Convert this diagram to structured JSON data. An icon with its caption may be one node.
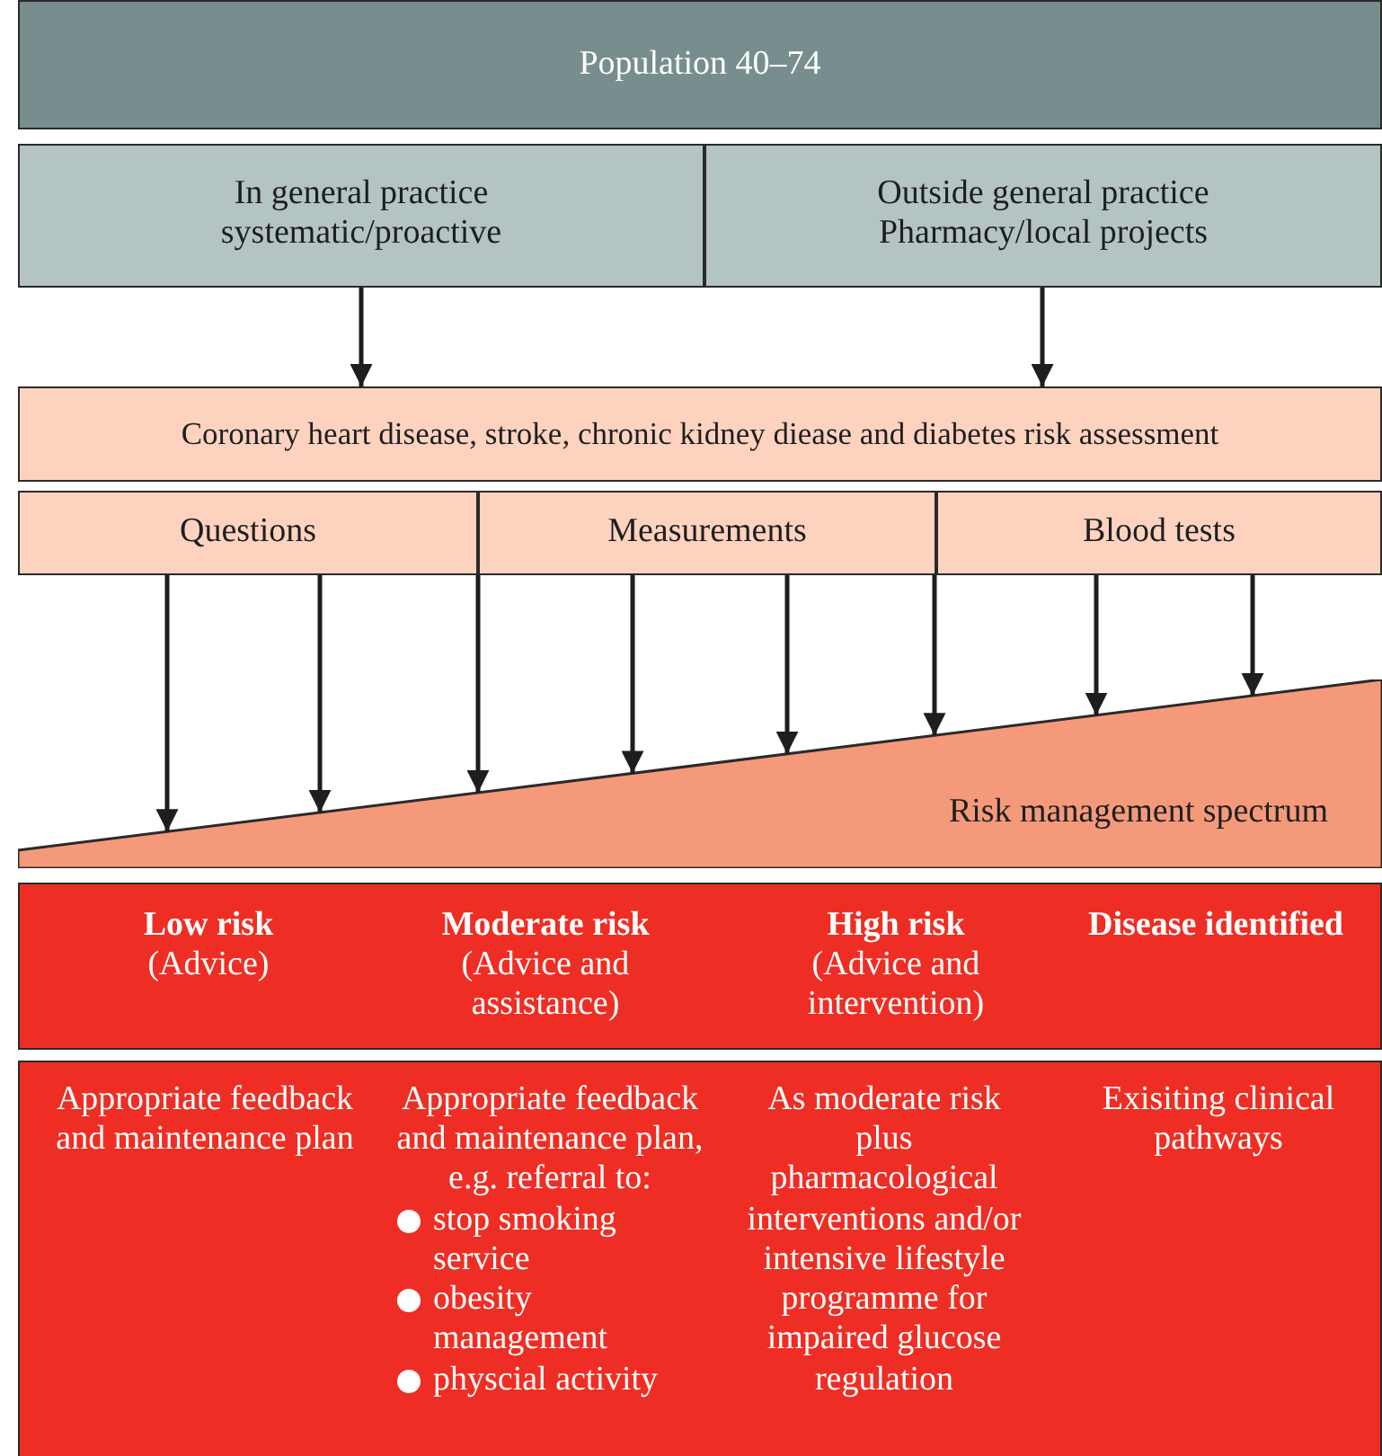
{
  "diagram": {
    "nodes": [
      {
        "text": [
          "Population 40–74"
        ]
      },
      {
        "text": [
          "In general practice systematic/proactive"
        ]
      },
      {
        "text": [
          "Outside general practice Pharmacy/local projects"
        ]
      },
      {
        "text": [
          "Coronary heart disease, stroke, chronic kidney diease and diabetes risk assessment"
        ]
      },
      {
        "text": [
          "Questions"
        ]
      },
      {
        "text": [
          "Measurements"
        ]
      },
      {
        "text": [
          "Blood tests"
        ]
      },
      {
        "text": [
          "Risk management spectrum"
        ]
      },
      {
        "text": [],
        "shape": "box"
      },
      {
        "text": [
          "Low risk",
          "(Advice)"
        ],
        "in": 8
      },
      {
        "text": [
          "Moderate risk",
          "(Advice and assistance)"
        ],
        "in": 8
      },
      {
        "text": [
          "High risk",
          "(Advice and intervention)"
        ],
        "in": 8
      },
      {
        "text": [
          "Disease identified"
        ],
        "in": 8
      },
      {
        "text": [],
        "shape": "box"
      },
      {
        "text": [
          "Appropriate feedback and maintenance plan"
        ],
        "in": 13
      },
      {
        "text": [
          "Appropriate feedback and maintenance plan, e.g. referral to:",
          "stop smoking service",
          "obesity management",
          "physcial activity"
        ],
        "in": 13
      },
      {
        "text": [
          "As moderate risk plus pharmacological interventions and/or intensive lifestyle programme for impaired glucose regulation"
        ],
        "in": 13
      },
      {
        "text": [
          "Exisiting clinical pathways"
        ],
        "in": 13
      }
    ],
    "edges": [
      {
        "from": 1,
        "to": 3,
        "arrow": "to"
      },
      {
        "from": 2,
        "to": 3,
        "arrow": "to"
      },
      {
        "from": 4,
        "to": 7,
        "arrow": "to"
      },
      {
        "from": 4,
        "to": 7,
        "arrow": "to"
      },
      {
        "from": 5,
        "to": 7,
        "arrow": "to"
      },
      {
        "from": 5,
        "to": 7,
        "arrow": "to"
      },
      {
        "from": 5,
        "to": 7,
        "arrow": "to"
      },
      {
        "from": 6,
        "to": 7,
        "arrow": "to"
      },
      {
        "from": 6,
        "to": 7,
        "arrow": "to"
      },
      {
        "from": 6,
        "to": 7,
        "arrow": "to"
      }
    ]
  }
}
